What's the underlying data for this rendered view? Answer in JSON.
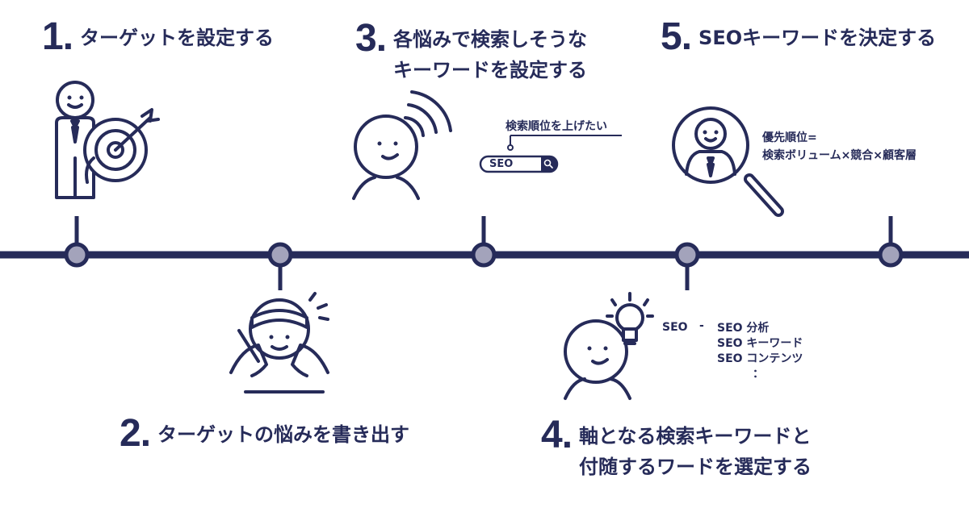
{
  "steps": [
    {
      "number": "1",
      "lines": [
        "ターゲットを設定する"
      ]
    },
    {
      "number": "2",
      "lines": [
        "ターゲットの悩みを書き出す"
      ]
    },
    {
      "number": "3",
      "lines": [
        "各悩みで検索しそうな",
        "キーワードを設定する"
      ]
    },
    {
      "number": "4",
      "lines": [
        "軸となる検索キーワードと",
        "付随するワードを選定する"
      ]
    },
    {
      "number": "5",
      "lines": [
        "SEOキーワードを決定する"
      ]
    }
  ],
  "step3_illustration": {
    "speech_text": "検索順位を上げたい",
    "search_box_text": "SEO"
  },
  "step4_illustration": {
    "root_word": "SEO",
    "dash": "-",
    "related_words": [
      "SEO 分析",
      "SEO キーワード",
      "SEO コンテンツ"
    ],
    "ellipsis": "："
  },
  "step5_illustration": {
    "priority_label": "優先順位=",
    "priority_formula": "検索ボリューム×競合×顧客層"
  },
  "colors": {
    "navy": "#262b59",
    "node_fill": "#a3a3bb",
    "background": "#ffffff"
  }
}
